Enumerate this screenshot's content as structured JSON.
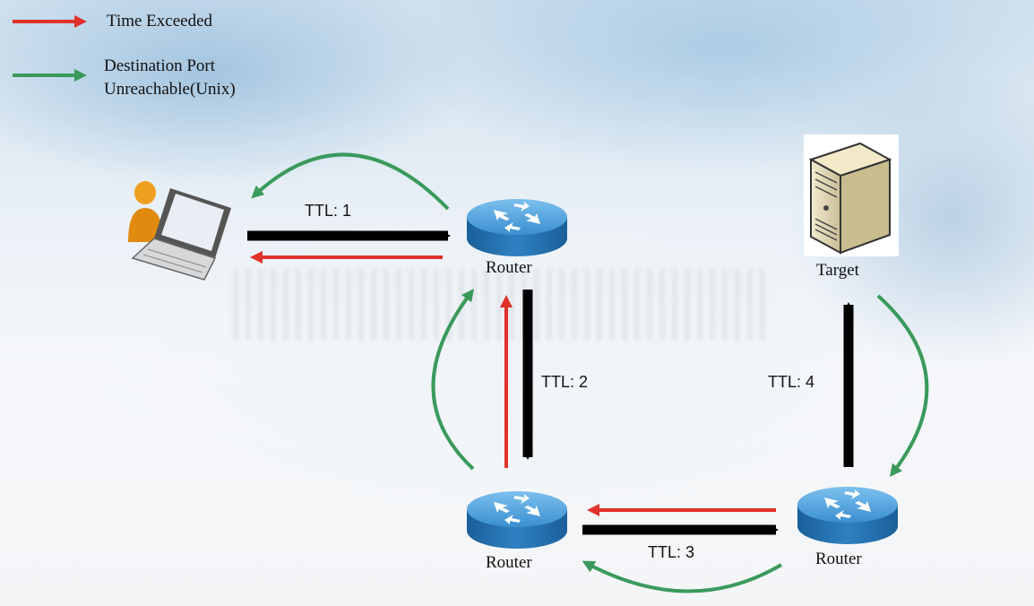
{
  "legend": {
    "time_exceeded": "Time Exceeded",
    "dest_unreachable_line1": "Destination Port",
    "dest_unreachable_line2": "Unreachable(Unix)",
    "time_exceeded_color": "#e0322a",
    "dest_unreachable_color": "#3a9a5c"
  },
  "nodes": {
    "router1": "Router",
    "router2": "Router",
    "router3": "Router",
    "target": "Target",
    "client_icon": "laptop-user-icon",
    "server_icon": "server-tower-icon",
    "router_icon": "router-icon"
  },
  "hops": {
    "ttl1": "TTL: 1",
    "ttl2": "TTL: 2",
    "ttl3": "TTL: 3",
    "ttl4": "TTL: 4"
  },
  "colors": {
    "probe": "#000000",
    "router_top": "#4a9ad6",
    "router_side": "#1f6aa8"
  }
}
